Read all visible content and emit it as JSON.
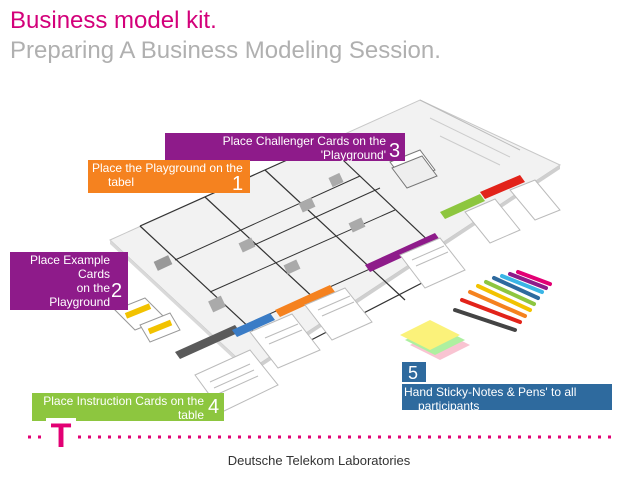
{
  "header": {
    "title": "Business model kit.",
    "subtitle": "Preparing A Business Modeling Session."
  },
  "steps": [
    {
      "number": "1",
      "text": "Place the Playground on the tabel",
      "color": "#f5821f"
    },
    {
      "number": "2",
      "text": "Place Example Cards on the Playground",
      "color": "#8e1b8a"
    },
    {
      "number": "3",
      "text": "Place Challenger Cards on the 'Playground'",
      "color": "#8e1b8a"
    },
    {
      "number": "4",
      "text": "Place  Instruction Cards on the table",
      "color": "#8dc63f"
    },
    {
      "number": "5",
      "text": "Hand Sticky-Notes & Pens' to all participants",
      "color": "#2e6a9e"
    }
  ],
  "step1": {
    "line1": "Place the Playground on the",
    "line2": "tabel",
    "num": "1"
  },
  "step2": {
    "line1": "Place Example",
    "line2": "Cards",
    "line3": "on the",
    "line4": "Playground",
    "num": "2"
  },
  "step3": {
    "line1": "Place Challenger Cards on the",
    "line2": "'Playground'",
    "num": "3"
  },
  "step4": {
    "line1": "Place  Instruction Cards on the",
    "line2": "table",
    "num": "4"
  },
  "step5": {
    "line1": "Hand Sticky-Notes & Pens' to all",
    "line2": "participants",
    "num": "5"
  },
  "footer": {
    "text": "Deutsche Telekom Laboratories"
  },
  "brand": {
    "logo_letter": "T",
    "accent": "#e20074"
  }
}
